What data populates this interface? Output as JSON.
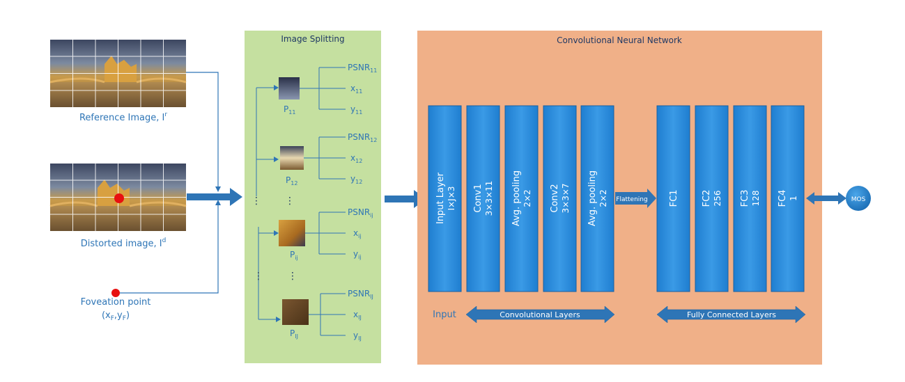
{
  "inputs": {
    "reference_label": "Reference Image, I",
    "reference_sup": "r",
    "distorted_label": "Distorted image, I",
    "distorted_sup": "d",
    "foveation_label": "Foveation point",
    "foveation_coords": {
      "open": "(x",
      "sub1": "F",
      "comma": ",y",
      "sub2": "F",
      "close": ")"
    }
  },
  "splitting": {
    "title": "Image Splitting",
    "patches": [
      {
        "name": "P",
        "sub": "11",
        "psnr": "PSNR",
        "psnr_sub": "11",
        "x": "x",
        "x_sub": "11",
        "y": "y",
        "y_sub": "11"
      },
      {
        "name": "P",
        "sub": "12",
        "psnr": "PSNR",
        "psnr_sub": "12",
        "x": "x",
        "x_sub": "12",
        "y": "y",
        "y_sub": "12"
      },
      {
        "name": "P",
        "sub": "ij",
        "psnr": "PSNR",
        "psnr_sub": "ij",
        "x": "x",
        "x_sub": "ij",
        "y": "y",
        "y_sub": "ij"
      },
      {
        "name": "P",
        "sub": "IJ",
        "psnr": "PSNR",
        "psnr_sub": "IJ",
        "x": "x",
        "x_sub": "IJ",
        "y": "y",
        "y_sub": "IJ"
      }
    ],
    "ellipsis": "⋮"
  },
  "cnn": {
    "title": "Convolutional Neural Network",
    "conv_layers": [
      {
        "line1": "Input Layer",
        "line2": "I×J×3"
      },
      {
        "line1": "Conv1",
        "line2": "3×3×11"
      },
      {
        "line1": "Avg. pooling",
        "line2": "2×2"
      },
      {
        "line1": "Conv2",
        "line2": "3×3×7"
      },
      {
        "line1": "Avg. pooling",
        "line2": "2×2"
      }
    ],
    "fc_layers": [
      {
        "line1": "FC1",
        "line2": ""
      },
      {
        "line1": "FC2",
        "line2": "256"
      },
      {
        "line1": "FC3",
        "line2": "128"
      },
      {
        "line1": "FC4",
        "line2": "1"
      }
    ],
    "flattening_label": "Flattening",
    "input_label": "Input",
    "conv_group_label": "Convolutional Layers",
    "fc_group_label": "Fully Connected Layers",
    "output_label": "MOS"
  },
  "colors": {
    "split_bg": "#c5e0a0",
    "cnn_bg": "#f0b088",
    "layer_blue": "#2a8ad6",
    "arrow_blue": "#2e75b6",
    "text_blue": "#2e75b6",
    "foveation_red": "#e81010"
  }
}
